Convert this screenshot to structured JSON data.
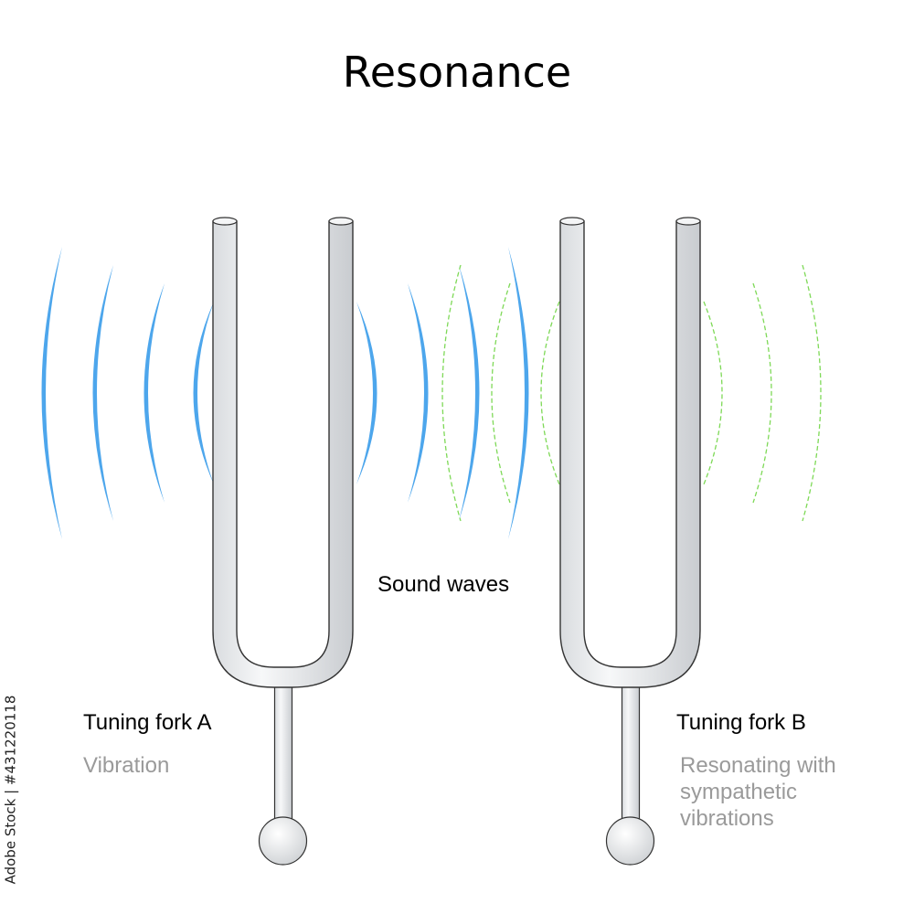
{
  "title": "Resonance",
  "labels": {
    "sound_waves": "Sound waves",
    "fork_a": "Tuning fork A",
    "fork_a_state": "Vibration",
    "fork_b": "Tuning fork B",
    "fork_b_state_lines": [
      "Resonating with",
      "sympathetic",
      "vibrations"
    ]
  },
  "stock_id": "Adobe Stock | #431220118",
  "colors": {
    "wave_a": "#4da6ec",
    "wave_b": "#7ed957",
    "fork_fill": "#e8eaec",
    "outline": "#333333"
  }
}
